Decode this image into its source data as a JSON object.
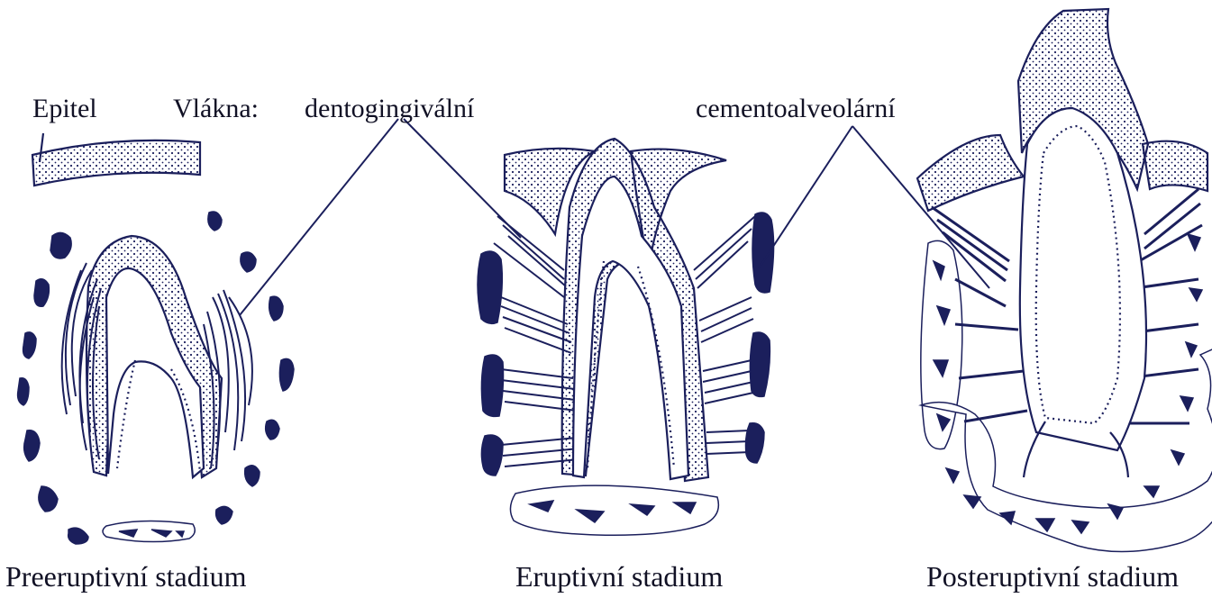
{
  "labels": {
    "epitel": "Epitel",
    "vlakna": "Vlákna:",
    "dentogingival": "dentogingivální",
    "cementoalveolar": "cementoalveolární"
  },
  "stages": [
    {
      "caption": "Preeruptivní stadium"
    },
    {
      "caption": "Eruptivní stadium"
    },
    {
      "caption": "Posteruptivní stadium"
    }
  ],
  "colors": {
    "ink": "#1b1f5c",
    "paper": "#ffffff"
  }
}
